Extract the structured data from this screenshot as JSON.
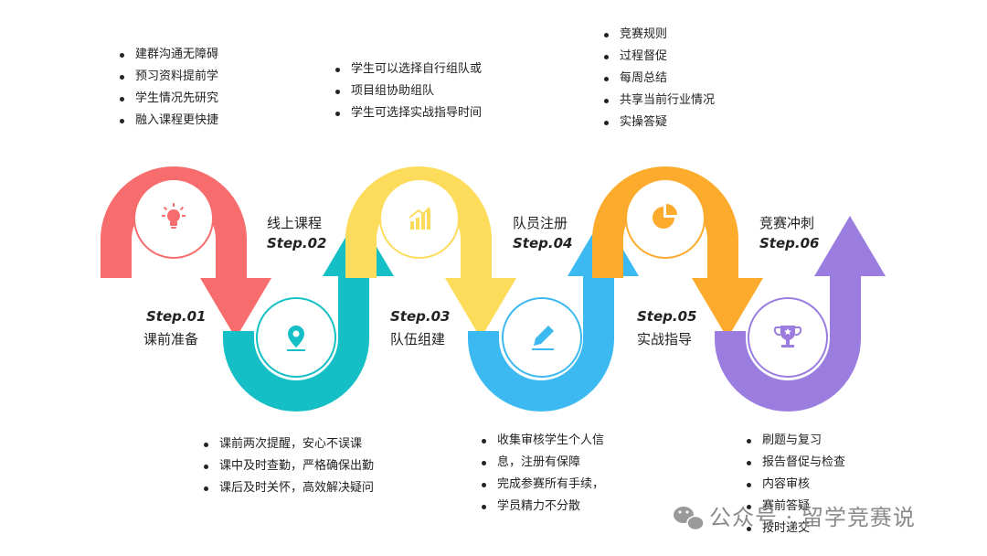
{
  "steps": [
    {
      "id": "Step.01",
      "name": "课前准备",
      "color": "#f76d6d",
      "icon": "lightbulb-icon",
      "bullets": [
        "建群沟通无障碍",
        "预习资料提前学",
        "学生情况先研究",
        "融入课程更快捷"
      ]
    },
    {
      "id": "Step.02",
      "name": "线上课程",
      "color": "#14c0c5",
      "icon": "location-pin-icon",
      "bullets": [
        "课前两次提醒，安心不误课",
        "课中及时查勤，严格确保出勤",
        "课后及时关怀，高效解决疑问"
      ]
    },
    {
      "id": "Step.03",
      "name": "队伍组建",
      "color": "#fedc5b",
      "icon": "bar-chart-icon",
      "bullets": [
        "学生可以选择自行组队或",
        "项目组协助组队",
        "学生可选择实战指导时间"
      ]
    },
    {
      "id": "Step.04",
      "name": "队员注册",
      "color": "#3bb9f0",
      "icon": "pencil-icon",
      "bullets": [
        "收集审核学生个人信",
        "息，注册有保障",
        "完成参赛所有手续，",
        "学员精力不分散"
      ]
    },
    {
      "id": "Step.05",
      "name": "实战指导",
      "color": "#fcab2d",
      "icon": "pie-chart-icon",
      "bullets": [
        "竞赛规则",
        "过程督促",
        "每周总结",
        "共享当前行业情况",
        "实操答疑"
      ]
    },
    {
      "id": "Step.06",
      "name": "竞赛冲刺",
      "color": "#9b7de0",
      "icon": "trophy-icon",
      "bullets": [
        "刷题与复习",
        "报告督促与检查",
        "内容审核",
        "赛前答疑",
        "按时递交"
      ]
    }
  ],
  "watermark": {
    "icon": "wechat-icon",
    "text": "公众号 · 留学竞赛说"
  }
}
